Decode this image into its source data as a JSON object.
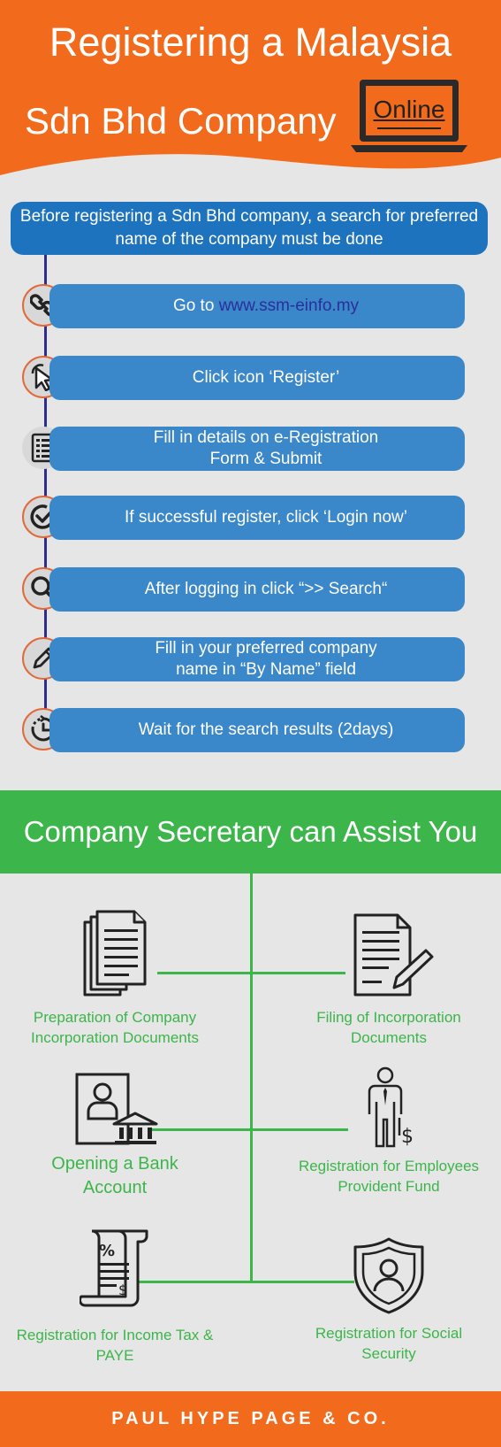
{
  "header": {
    "title_line1": "Registering a Malaysia",
    "title_line2": "Sdn Bhd Company",
    "online_label": "Online",
    "icon": "laptop-icon"
  },
  "intro": "Before registering a Sdn Bhd company, a search for preferred name of the company must be done",
  "steps": [
    {
      "prefix": "Go to ",
      "link": "www.ssm-einfo.my",
      "icon": "link-icon"
    },
    {
      "text": "Click icon ‘Register’",
      "icon": "cursor-click-icon"
    },
    {
      "text": "Fill in details on e-Registration Form & Submit",
      "icon": "form-icon"
    },
    {
      "text": "If successful register, click ‘Login now’",
      "icon": "check-circle-icon"
    },
    {
      "text": "After logging in click “>> Search“",
      "icon": "search-icon"
    },
    {
      "text": "Fill in your preferred company name in “By Name” field",
      "icon": "pencil-icon"
    },
    {
      "text": "Wait for the search results (2days)",
      "icon": "clock-icon"
    }
  ],
  "secretary": {
    "title": "Company Secretary can Assist You",
    "services": [
      {
        "label": "Preparation of Company Incorporation Documents",
        "icon": "documents-stack-icon"
      },
      {
        "label": "Filing of Incorporation Documents",
        "icon": "document-pen-icon"
      },
      {
        "label": "Opening a Bank Account",
        "icon": "bank-account-icon"
      },
      {
        "label": "Registration for Employees Provident Fund",
        "icon": "employee-money-icon"
      },
      {
        "label": "Registration for Income Tax & PAYE",
        "icon": "tax-receipt-icon"
      },
      {
        "label": "Registration for Social Security",
        "icon": "shield-person-icon"
      }
    ]
  },
  "footer": {
    "text": "PAUL HYPE PAGE & CO."
  },
  "colors": {
    "orange": "#f26a1b",
    "blue_dark": "#1e73be",
    "blue": "#3a87c9",
    "green": "#3cb54a",
    "bg": "#e6e6e6"
  }
}
